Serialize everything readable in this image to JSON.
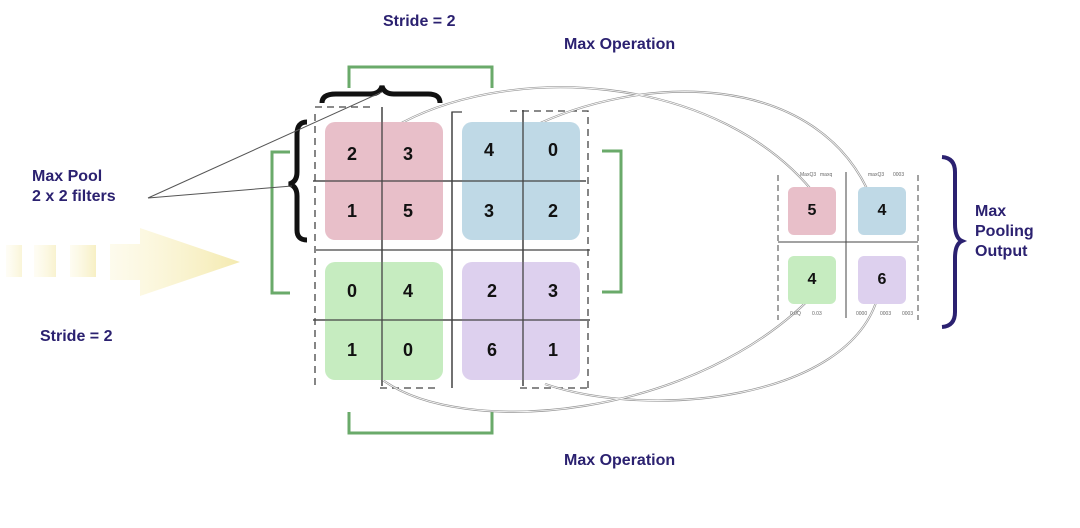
{
  "labels": {
    "stride_top": "Stride = 2",
    "max_operation_top": "Max Operation",
    "max_operation_bottom": "Max Operation",
    "max_pool_line1": "Max Pool",
    "max_pool_line2": "2 x 2 filters",
    "stride_left": "Stride = 2",
    "output_line1": "Max",
    "output_line2": "Pooling",
    "output_line3": "Output"
  },
  "input_grid": {
    "quadrants": [
      {
        "color": "#e8bfc9",
        "values": [
          "2",
          "3",
          "1",
          "5"
        ]
      },
      {
        "color": "#bfd9e6",
        "values": [
          "4",
          "0",
          "3",
          "2"
        ]
      },
      {
        "color": "#c6ecc0",
        "values": [
          "0",
          "4",
          "1",
          "0"
        ]
      },
      {
        "color": "#ddd0ee",
        "values": [
          "2",
          "3",
          "6",
          "1"
        ]
      }
    ]
  },
  "output_grid": {
    "cells": [
      {
        "color": "#e8bfc9",
        "value": "5"
      },
      {
        "color": "#bfd9e6",
        "value": "4"
      },
      {
        "color": "#c6ecc0",
        "value": "4"
      },
      {
        "color": "#ddd0ee",
        "value": "6"
      }
    ],
    "tiny_top": [
      "MaxQ3",
      "maxq",
      "maxQ3",
      "0003"
    ],
    "tiny_bottom": [
      "0.0Q",
      "0.03",
      "0000",
      "0003",
      "0003"
    ]
  },
  "colors": {
    "label": "#2b2170",
    "bracket_green": "#6aaa6a",
    "bracket_navy": "#2b2170",
    "arrow": "#f6eeb4"
  }
}
